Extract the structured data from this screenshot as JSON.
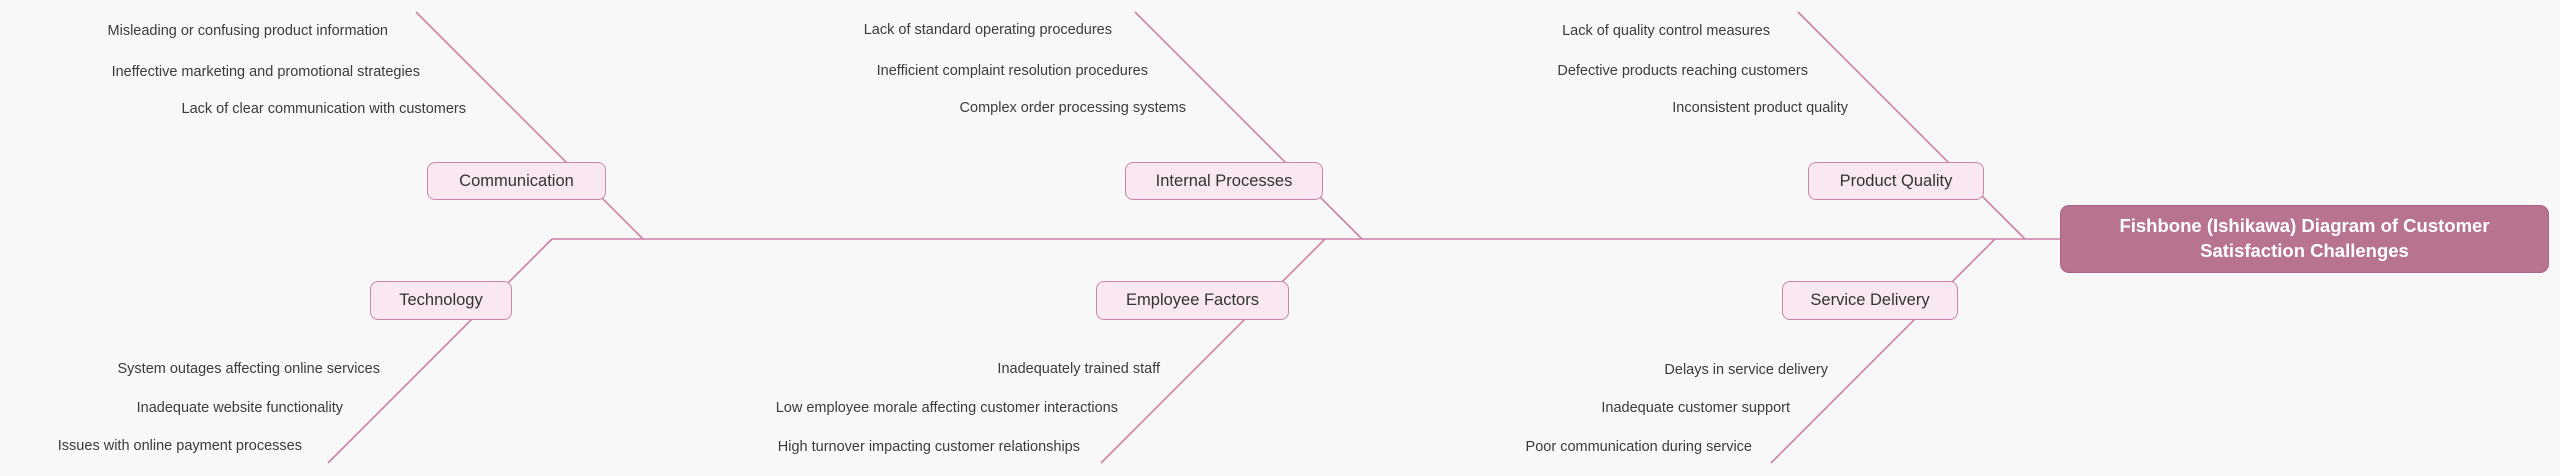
{
  "diagram": {
    "type": "fishbone",
    "title": "Fishbone (Ishikawa) Diagram of Customer Satisfaction Challenges",
    "categories": [
      {
        "label": "Communication",
        "side": "top",
        "causes": [
          "Misleading or confusing product information",
          "Ineffective marketing and promotional strategies",
          "Lack of clear communication with customers"
        ]
      },
      {
        "label": "Internal Processes",
        "side": "top",
        "causes": [
          "Lack of standard operating procedures",
          "Inefficient complaint resolution procedures",
          "Complex order processing systems"
        ]
      },
      {
        "label": "Product Quality",
        "side": "top",
        "causes": [
          "Lack of quality control measures",
          "Defective products reaching customers",
          "Inconsistent product quality"
        ]
      },
      {
        "label": "Technology",
        "side": "bottom",
        "causes": [
          "System outages affecting online services",
          "Inadequate website functionality",
          "Issues with online payment processes"
        ]
      },
      {
        "label": "Employee Factors",
        "side": "bottom",
        "causes": [
          "Inadequately trained staff",
          "Low employee morale affecting customer interactions",
          "High turnover impacting customer relationships"
        ]
      },
      {
        "label": "Service Delivery",
        "side": "bottom",
        "causes": [
          "Delays in service delivery",
          "Inadequate customer support",
          "Poor communication during service"
        ]
      }
    ],
    "colors": {
      "background": "#f8f8f8",
      "bone_line": "#cd7fa5",
      "category_fill": "#f9e8f1",
      "category_border": "#c985a8",
      "category_text": "#333333",
      "cause_text": "#3b3b3b",
      "head_fill": "#b77390",
      "head_border": "#aa6484",
      "head_text": "#ffffff"
    }
  }
}
